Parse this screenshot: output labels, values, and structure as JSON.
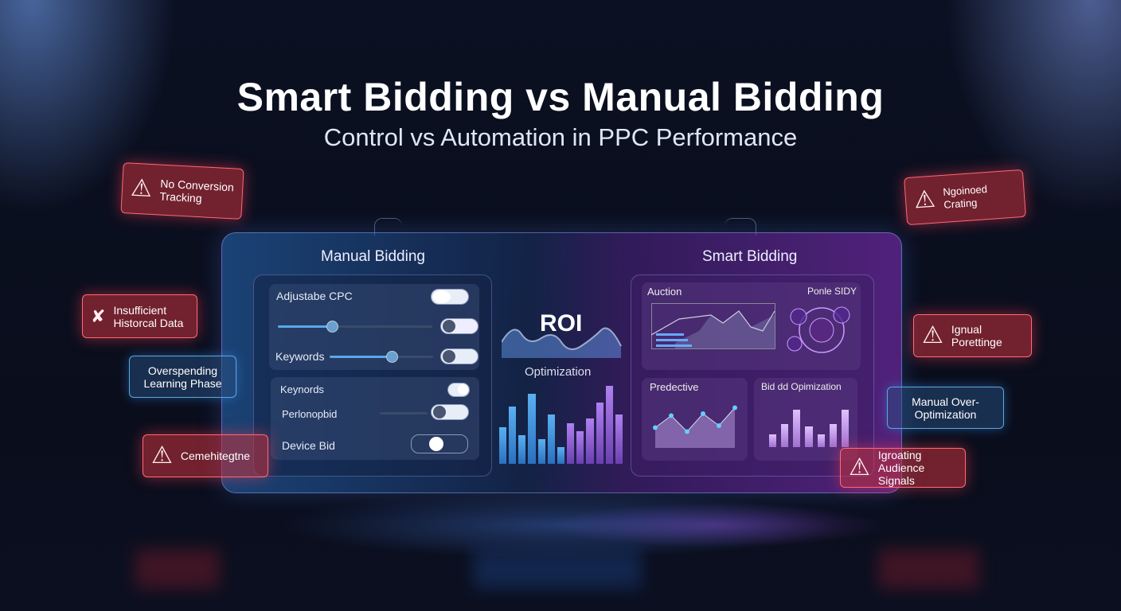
{
  "title": "Smart Bidding vs Manual Bidding",
  "subtitle": "Control vs Automation in PPC Performance",
  "manual": {
    "title": "Manual Bidding",
    "rows": [
      "Adjustabe CPC",
      "Keywords"
    ],
    "slider1": 0.35,
    "slider2": 0.6,
    "rows2": [
      "Keynords",
      "Perlonopbid",
      "Device Bid"
    ]
  },
  "center": {
    "roi": "ROI",
    "optimization": "Optimization",
    "bars": [
      0.45,
      0.7,
      0.35,
      0.85,
      0.3,
      0.6,
      0.2,
      0.5,
      0.4,
      0.55,
      0.75,
      0.95,
      0.6
    ],
    "colors": [
      "#2a8ae0",
      "#8a5ae0"
    ]
  },
  "smart": {
    "title": "Smart Bidding",
    "auction": "Auction",
    "ponle": "Ponle SIDY",
    "predictive": "Predective",
    "bid_opt": "Bid dd Opimization",
    "pred_points": [
      0.45,
      0.75,
      0.35,
      0.8,
      0.5,
      0.95
    ],
    "bid_bars": [
      0.3,
      0.55,
      0.9,
      0.5,
      0.3,
      0.55,
      0.9
    ]
  },
  "alerts": {
    "no_conversion": "No Conversion Tracking",
    "insufficient": "Insufficient Historcal Data",
    "overspending": "Overspending Learning Phase",
    "cemeh": "Cemehitegtne",
    "ngoinoed": "Ngoinoed Crating",
    "ignual": "Ignual Porettinge",
    "manual_over": "Manual Over-Optimization",
    "ignoring": "Igroating Audience Signals"
  },
  "icons": {
    "warning": "⚠"
  },
  "colors": {
    "manual": "#2a8ae0",
    "smart": "#a050e0",
    "alert": "#e04050"
  }
}
